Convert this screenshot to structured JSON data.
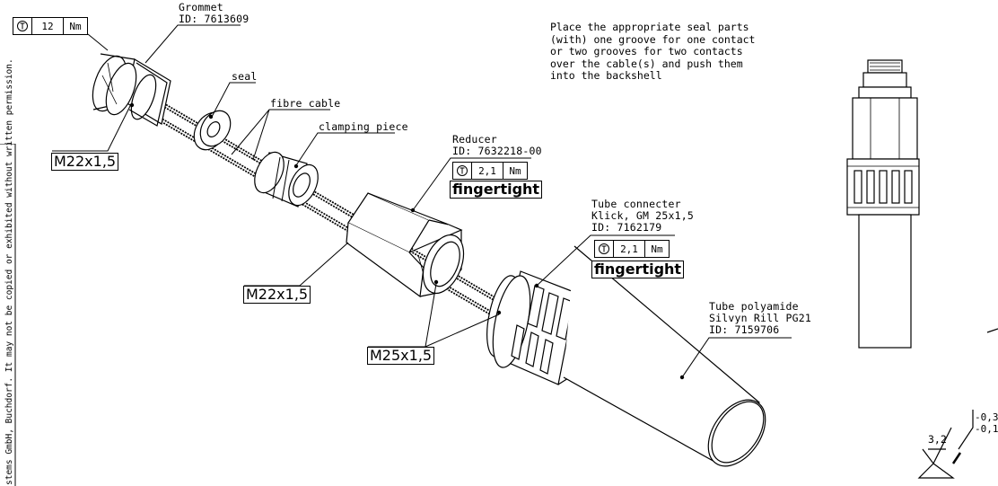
{
  "torque_grommet": {
    "value": "12",
    "unit": "Nm"
  },
  "grommet": {
    "name": "Grommet",
    "id": "ID: 7613609"
  },
  "seal": {
    "name": "seal"
  },
  "fibre_cable": {
    "name": "fibre cable"
  },
  "clamping_piece": {
    "name": "clamping piece"
  },
  "reducer": {
    "name": "Reducer",
    "id": "ID: 7632218-00",
    "torque_value": "2,1",
    "torque_unit": "Nm",
    "fingertight": "fingertight"
  },
  "tube_connector": {
    "name": "Tube connecter",
    "spec": "Klick, GM 25x1,5",
    "id": "ID: 7162179",
    "torque_value": "2,1",
    "torque_unit": "Nm",
    "fingertight": "fingertight"
  },
  "tube_polyamide": {
    "name": "Tube polyamide",
    "spec": "Silvyn Rill PG21",
    "id": "ID: 7159706"
  },
  "threads": {
    "grommet": "M22x1,5",
    "reducer": "M22x1,5",
    "connector": "M25x1,5"
  },
  "instruction": {
    "line1": "Place the appropriate seal parts",
    "line2": "(with) one groove for one contact",
    "line3": "or two grooves for two contacts",
    "line4": "over the cable(s) and push them",
    "line5": "into the backshell"
  },
  "copyright": "stems GmbH, Buchdorf. It may not be copied or exhibited without written permission.",
  "surface": {
    "roughness": "3,2",
    "tol_upper": "-0,3",
    "tol_lower": "-0,1"
  }
}
